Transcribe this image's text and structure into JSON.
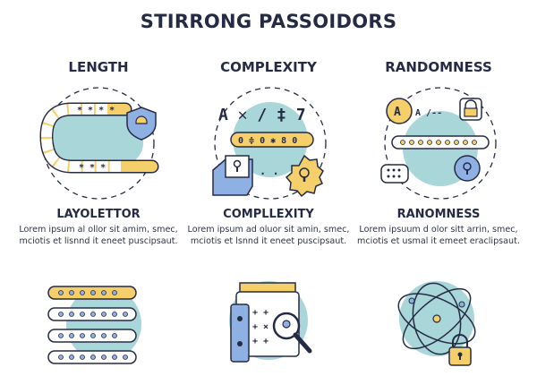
{
  "title": "STIRRONG PASSOIDORS",
  "columns": [
    {
      "heading": "LENGTH",
      "subheading": "LAYOLETTOR",
      "body": "Lorem ipsum al ollor sit amim, smec, mciotis et lisnnd it eneet puscipsaut.",
      "icon": "password-length-chain-icon",
      "bottom_icon": "password-bars-icon",
      "chars": "* * * *"
    },
    {
      "heading": "COMPLEXITY",
      "subheading": "COMPLLEXITY",
      "body": "Lorem ipsum ad oluor sit amin, smec, mciotis et lsnnd it eneet puscipsaut.",
      "icon": "complexity-symbols-icon",
      "bottom_icon": "keypad-magnifier-icon",
      "symbols": "A ✕ / ‡ 7",
      "password": "0 ≑ 0 ✱ 8 0"
    },
    {
      "heading": "RANDOMNESS",
      "subheading": "RANOMNESS",
      "body": "Lorem ipsuum d olor sitt arrin, smec, mciotis et usmal it emeet eraclipsaut.",
      "icon": "randomness-icon",
      "bottom_icon": "orbit-lock-icon",
      "bubble": "A /-- "
    }
  ],
  "colors": {
    "navy": "#262b45",
    "teal": "#a9d6d9",
    "yellow": "#f5cf6a",
    "blue": "#8eb0e2"
  }
}
